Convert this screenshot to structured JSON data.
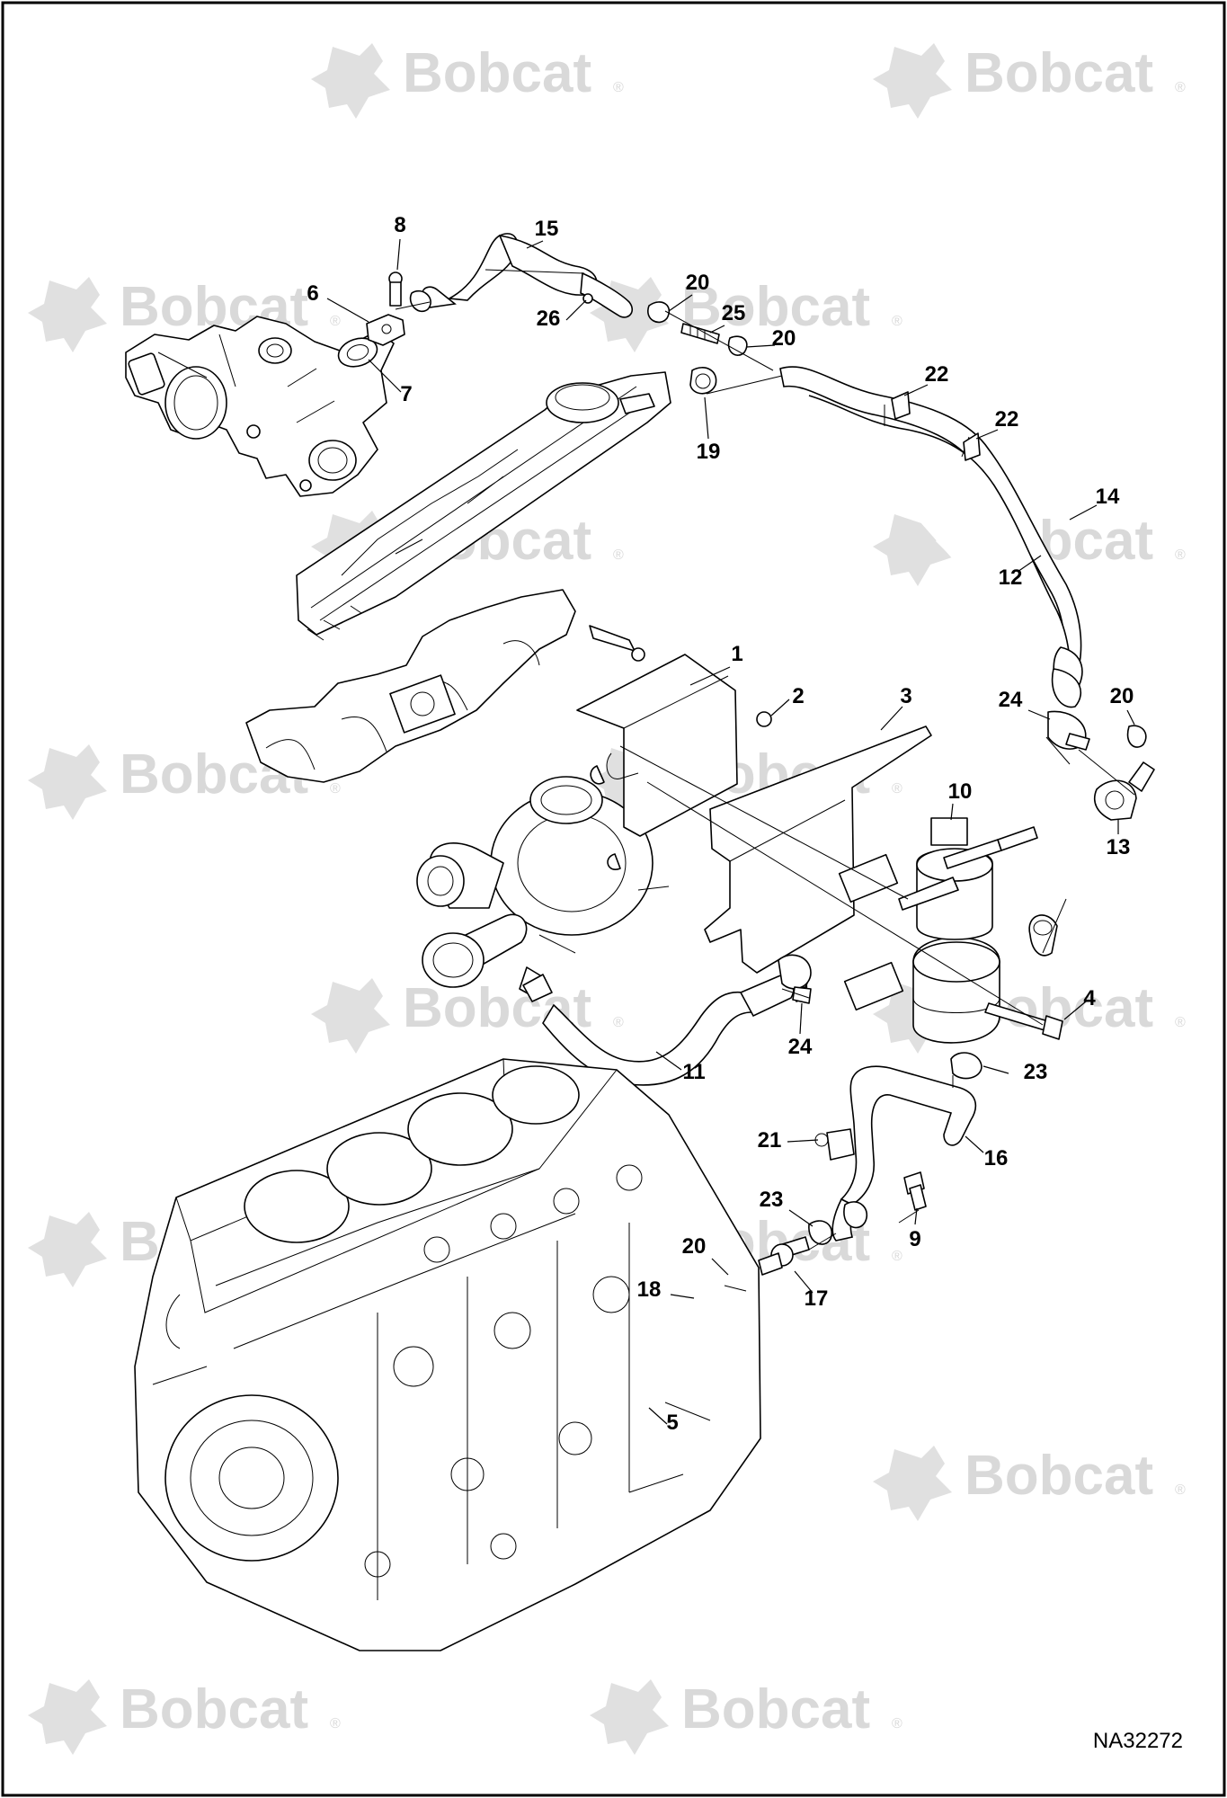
{
  "diagram": {
    "reference_code": "NA32272",
    "watermark": {
      "brand": "Bobcat",
      "mark": "®"
    },
    "callouts": [
      {
        "id": "c1",
        "label": "1"
      },
      {
        "id": "c2",
        "label": "2"
      },
      {
        "id": "c3",
        "label": "3"
      },
      {
        "id": "c4",
        "label": "4"
      },
      {
        "id": "c5",
        "label": "5"
      },
      {
        "id": "c6",
        "label": "6"
      },
      {
        "id": "c7",
        "label": "7"
      },
      {
        "id": "c8",
        "label": "8"
      },
      {
        "id": "c9",
        "label": "9"
      },
      {
        "id": "c10",
        "label": "10"
      },
      {
        "id": "c11",
        "label": "11"
      },
      {
        "id": "c12",
        "label": "12"
      },
      {
        "id": "c13",
        "label": "13"
      },
      {
        "id": "c14",
        "label": "14"
      },
      {
        "id": "c15",
        "label": "15"
      },
      {
        "id": "c16",
        "label": "16"
      },
      {
        "id": "c17",
        "label": "17"
      },
      {
        "id": "c18",
        "label": "18"
      },
      {
        "id": "c19",
        "label": "19"
      },
      {
        "id": "c20a",
        "label": "20"
      },
      {
        "id": "c20b",
        "label": "20"
      },
      {
        "id": "c20c",
        "label": "20"
      },
      {
        "id": "c20d",
        "label": "20"
      },
      {
        "id": "c21",
        "label": "21"
      },
      {
        "id": "c22a",
        "label": "22"
      },
      {
        "id": "c22b",
        "label": "22"
      },
      {
        "id": "c23a",
        "label": "23"
      },
      {
        "id": "c23b",
        "label": "23"
      },
      {
        "id": "c24a",
        "label": "24"
      },
      {
        "id": "c24b",
        "label": "24"
      },
      {
        "id": "c25",
        "label": "25"
      },
      {
        "id": "c26",
        "label": "26"
      }
    ]
  }
}
